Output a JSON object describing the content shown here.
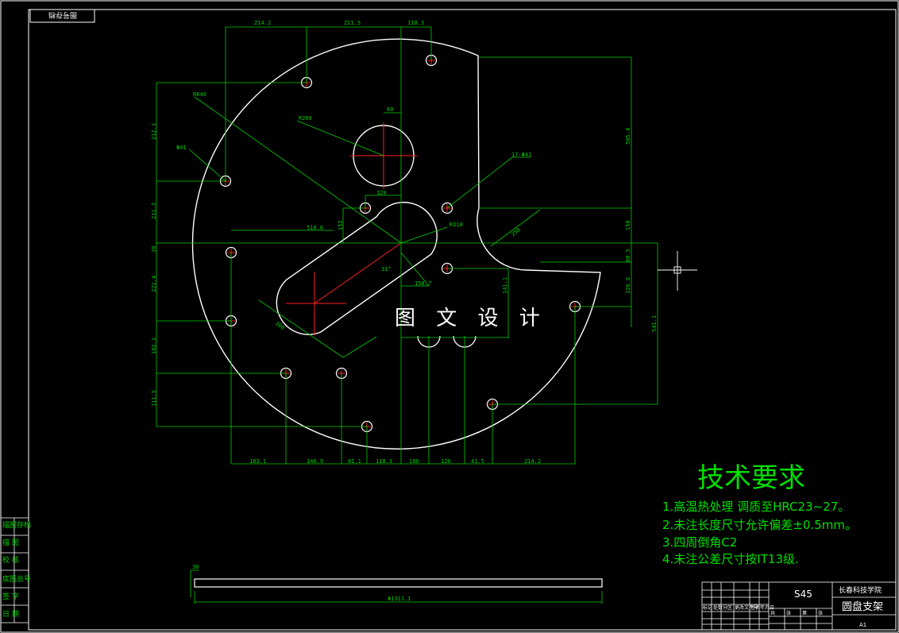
{
  "top_left_box": "图号存档",
  "watermark": "图 文 设 计",
  "tech": {
    "title": "技术要求",
    "items": [
      "1.高温热处理 调质至HRC23~27。",
      "2.未注长度尺寸允许偏差±0.5mm。",
      "3.四周倒角C2",
      "4.未注公差尺寸按IT13级."
    ]
  },
  "title_block": {
    "material": "S45",
    "school": "长春科技学院",
    "part_name": "圆盘支架",
    "sheet": "A1",
    "small_labels": [
      "标记",
      "处数",
      "分区",
      "更改文件号",
      "签名",
      "年月日"
    ],
    "bottom_labels": [
      "共",
      "张",
      "第",
      "张"
    ]
  },
  "side_labels": [
    "描图存档",
    "描 图",
    "校 核",
    "底图总号",
    "签 字",
    "日 期"
  ],
  "dims": {
    "top": [
      "214.2",
      "211.5",
      "118.3"
    ],
    "left": [
      "212.1",
      "211.2",
      "38",
      "222.4",
      "182.1",
      "111.5"
    ],
    "bottom": [
      "183.1",
      "140.9",
      "81.1",
      "118.3",
      "100",
      "120",
      "41.5",
      "214.2"
    ],
    "right": [
      "505.4",
      "150",
      "88.5",
      "126.6",
      "541.1"
    ],
    "callouts": {
      "r640": "R640",
      "r200": "R200",
      "d41": "Φ41",
      "h60": "60",
      "w120": "120",
      "holes": "17-Φ41",
      "r110": "R110",
      "d516": "516.6",
      "d152": "152",
      "d158": "158.7",
      "ang": "31°",
      "d141": "141.1",
      "d250": "250",
      "d300": "300"
    },
    "side_view": {
      "thickness": "30",
      "length": "Φ1311.1"
    }
  }
}
